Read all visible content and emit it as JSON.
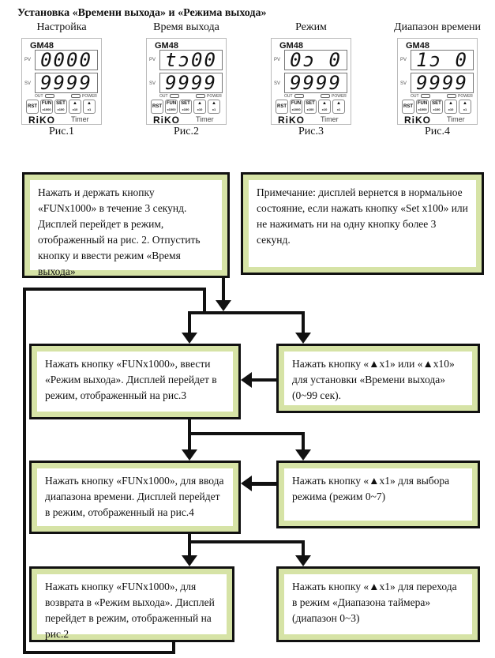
{
  "title": "Установка «Времени выхода» и «Режима выхода»",
  "figures": [
    {
      "label": "Настройка",
      "model": "GM48",
      "pv": "0000",
      "sv": "9999",
      "caption": "Рис.1"
    },
    {
      "label": "Время выхода",
      "model": "GM48",
      "pv": "tɔ00",
      "sv": "9999",
      "caption": "Рис.2"
    },
    {
      "label": "Режим",
      "model": "GM48",
      "pv": "0ɔ 0",
      "sv": "9999",
      "caption": "Рис.3"
    },
    {
      "label": "Диапазон времени",
      "model": "GM48",
      "pv": "1ɔ 0",
      "sv": "9999",
      "caption": "Рис.4"
    }
  ],
  "device": {
    "pv": "PV",
    "sv": "SV",
    "out": "OUT",
    "power": "POWER",
    "rst": "RST",
    "fun": "FUN",
    "fun_sub": "x1000",
    "set": "SET",
    "set_sub": "x100",
    "up": "▲",
    "x10": "x10",
    "x1": "x1",
    "brand": "RiKO",
    "type": "Timer"
  },
  "steps": {
    "s1": "Нажать и держать кнопку «FUNx1000» в течение 3 секунд. Дисплей перейдет в режим, отображенный на рис. 2. Отпустить кнопку и ввести режим «Время выхода»",
    "note": "Примечание: дисплей вернется в нормальное состояние, если нажать кнопку «Set x100» или не нажимать ни на одну кнопку более 3 секунд.",
    "s2": "Нажать кнопку «FUNx1000», ввести «Режим выхода». Дисплей перейдет в режим, отображенный на рис.3",
    "s3": "Нажать кнопку «▲x1» или «▲x10» для установки «Времени выхода» (0~99 сек).",
    "s4": "Нажать кнопку «FUNx1000»,  для ввода диапазона времени. Дисплей перейдет в режим, отображенный на рис.4",
    "s5": "Нажать кнопку «▲x1» для выбора режима (режим 0~7)",
    "s6": "Нажать кнопку «FUNx1000», для возврата в  «Режим выхода». Дисплей перейдет в режим, отображенный на рис.2",
    "s7": "Нажать кнопку «▲x1» для перехода в режим «Диапазона таймера» (диапазон 0~3)"
  },
  "colors": {
    "box_fill": "#d6e3a6",
    "border": "#111111"
  }
}
